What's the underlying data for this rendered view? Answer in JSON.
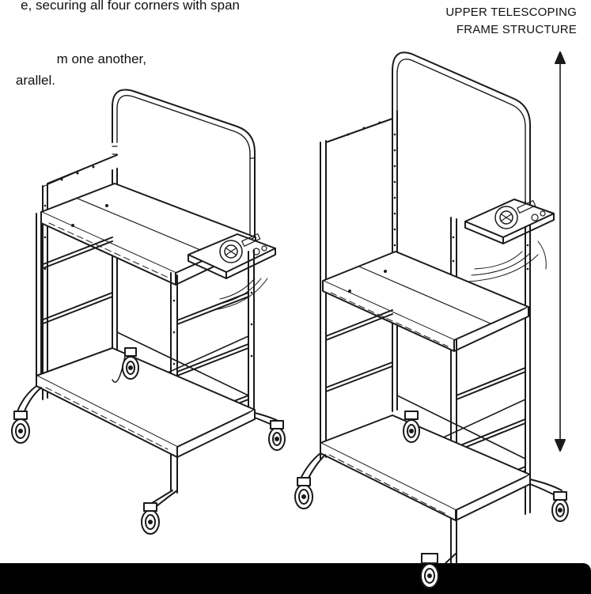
{
  "instructions": {
    "line1": "e, securing all four corners with span",
    "line2": "m one another,",
    "line3": "arallel."
  },
  "callout": {
    "line1": "UPPER TELESCOPING",
    "line2": "FRAME STRUCTURE"
  },
  "illustrations": {
    "left": "scaffold-retracted",
    "right": "scaffold-extended",
    "arrow": "double-arrow-icon"
  },
  "colors": {
    "line": "#1a1a1a",
    "fill": "#ffffff",
    "footer": "#000000"
  }
}
